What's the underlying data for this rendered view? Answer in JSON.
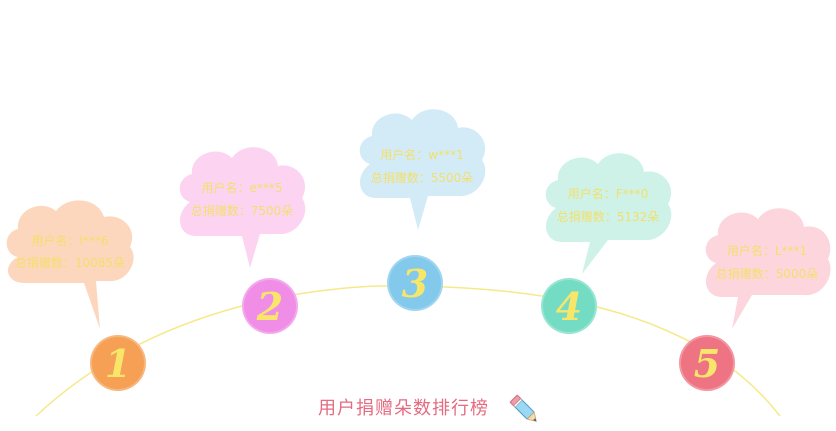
{
  "leaderboard": {
    "title": "用户捐赠朵数排行榜",
    "entries": [
      {
        "rank": "1",
        "username": "用户名：l***6",
        "total": "总捐赠数：10085朵",
        "cloud_color": "#fbd0b2",
        "badge_color": "#f5a054"
      },
      {
        "rank": "2",
        "username": "用户名：e***5",
        "total": "总捐赠数：7500朵",
        "cloud_color": "#fbcdf0",
        "badge_color": "#f08de6"
      },
      {
        "rank": "3",
        "username": "用户名：w***1",
        "total": "总捐赠数：5500朵",
        "cloud_color": "#cbe7f5",
        "badge_color": "#82c9ec"
      },
      {
        "rank": "4",
        "username": "用户名：F***0",
        "total": "总捐赠数：5132朵",
        "cloud_color": "#c5f0e4",
        "badge_color": "#74dcc3"
      },
      {
        "rank": "5",
        "username": "用户名：L***1",
        "total": "总捐赠数：5000朵",
        "cloud_color": "#fccfd6",
        "badge_color": "#ef7483"
      }
    ]
  },
  "colors": {
    "arc": "#f6e98a",
    "title": "#e46b80",
    "cloud_text": "#f3df6b"
  },
  "icons": {
    "pencil": "pencil-icon"
  }
}
